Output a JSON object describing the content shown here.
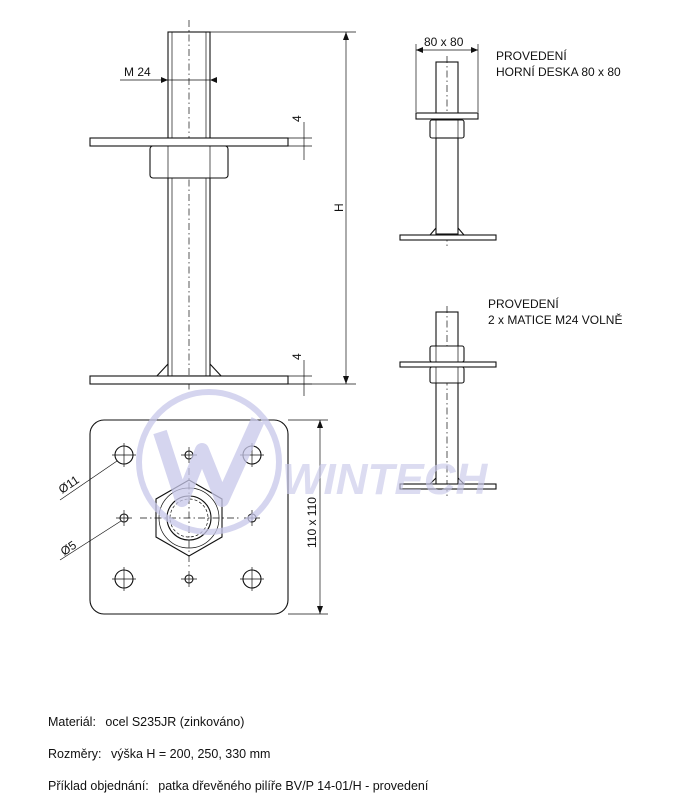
{
  "dimensions": {
    "thread": "M 24",
    "plate_thickness": "4",
    "height": "H",
    "plate_size": "110 x 110",
    "hole_large": "Ø11",
    "hole_small": "Ø5",
    "top_plate": "80 x 80"
  },
  "variants": {
    "variant1_title": "PROVEDENÍ",
    "variant1_desc": "HORNÍ DESKA 80 x 80",
    "variant2_title": "PROVEDENÍ",
    "variant2_desc": "2 x MATICE M24 VOLNĚ"
  },
  "watermark": {
    "brand": "WINTECH"
  },
  "notes": {
    "material_label": "Materiál:",
    "material_value": "ocel S235JR (zinkováno)",
    "dimensions_label": "Rozměry:",
    "dimensions_value": "výška H = 200, 250, 330 mm",
    "order_label": "Příklad objednání:",
    "order_value": "patka dřevěného pilíře BV/P  14-01/H - provedení"
  },
  "colors": {
    "watermark": "#c8c8ea",
    "line": "#111111"
  }
}
